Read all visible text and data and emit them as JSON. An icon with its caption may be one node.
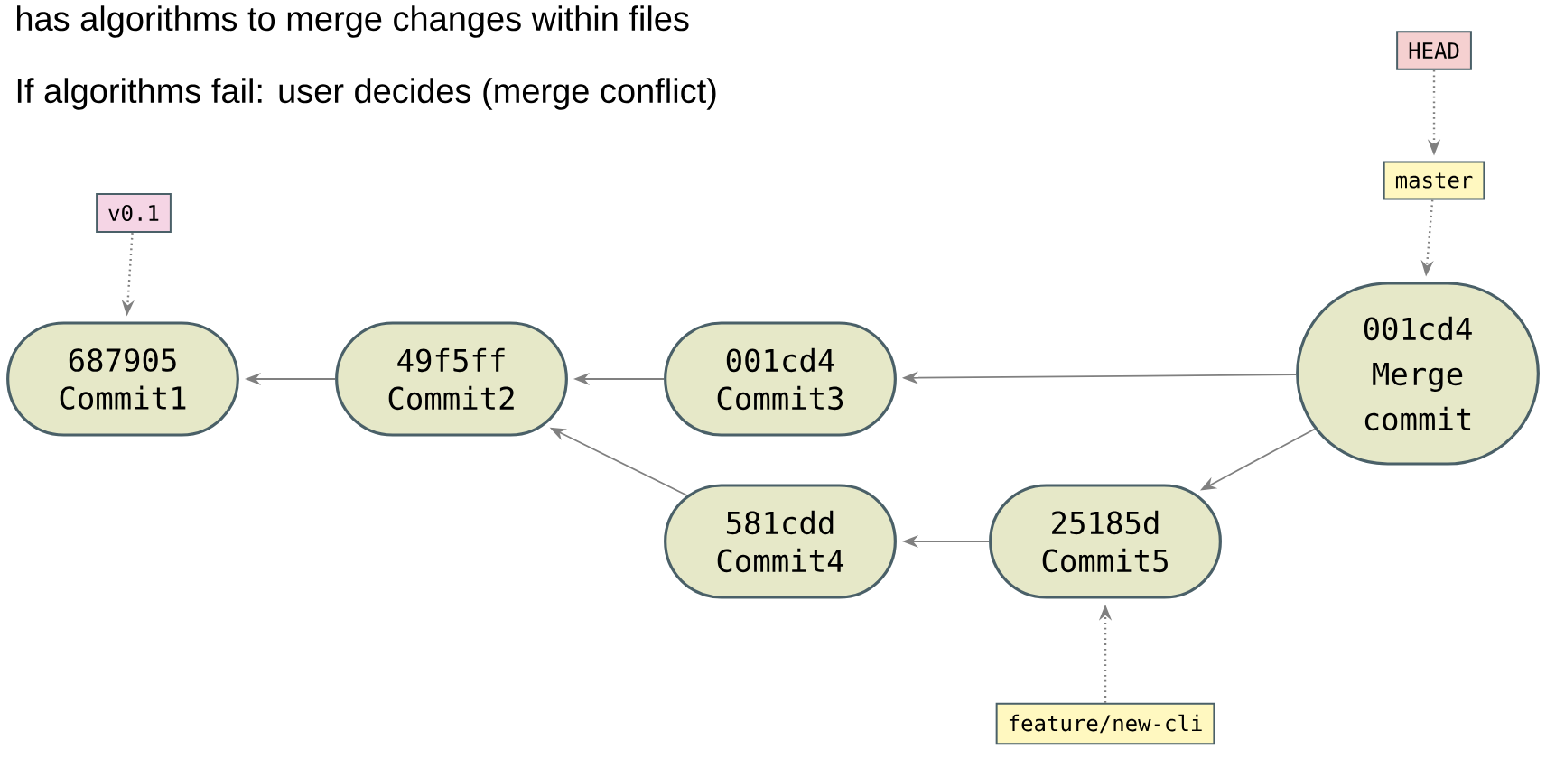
{
  "diagram": {
    "nodes": [
      {
        "text": [
          "687905",
          "Commit1"
        ]
      },
      {
        "text": [
          "49f5ff",
          "Commit2"
        ]
      },
      {
        "text": [
          "001cd4",
          "Commit3"
        ]
      },
      {
        "text": [
          "001cd4",
          "Merge commit"
        ]
      },
      {
        "text": [
          "581cdd",
          "Commit4"
        ]
      },
      {
        "text": [
          "25185d",
          "Commit5"
        ]
      },
      {
        "text": [
          "v0.1"
        ]
      },
      {
        "text": [
          "HEAD"
        ]
      },
      {
        "text": [
          "master"
        ]
      },
      {
        "text": [
          "feature/new-cli"
        ]
      }
    ],
    "edges": [
      {
        "from": 1,
        "to": 0,
        "arrow": "to"
      },
      {
        "from": 2,
        "to": 1,
        "arrow": "to"
      },
      {
        "from": 3,
        "to": 2,
        "arrow": "to"
      },
      {
        "from": 3,
        "to": 5,
        "arrow": "to"
      },
      {
        "from": 5,
        "to": 4,
        "arrow": "to"
      },
      {
        "from": 4,
        "to": 1,
        "arrow": "to"
      },
      {
        "from": 6,
        "to": 0,
        "arrow": "to",
        "style": "dashed"
      },
      {
        "from": 7,
        "to": 8,
        "arrow": "to",
        "style": "dashed"
      },
      {
        "from": 8,
        "to": 3,
        "arrow": "to",
        "style": "dashed"
      },
      {
        "from": 9,
        "to": 5,
        "arrow": "to",
        "style": "dashed"
      }
    ],
    "labels": [
      "has algorithms to merge changes within files",
      "If algorithms fail: user decides (merge conflict)"
    ]
  }
}
